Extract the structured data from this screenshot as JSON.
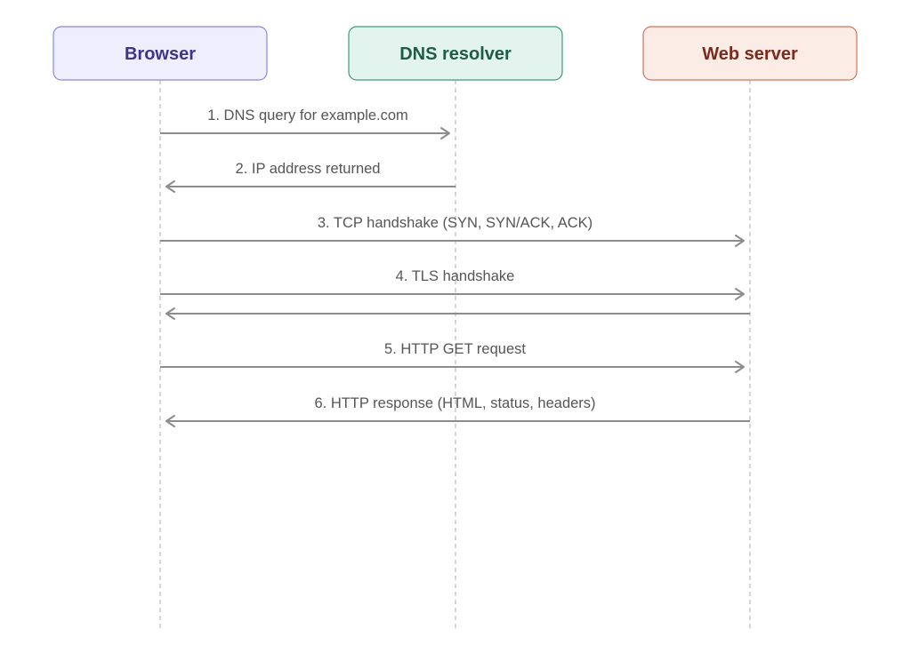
{
  "actors": [
    {
      "id": "browser",
      "label": "Browser",
      "fill": "#eeeefd",
      "stroke": "#8a85e0",
      "text": "#3d3589"
    },
    {
      "id": "dns",
      "label": "DNS resolver",
      "fill": "#e3f4ee",
      "stroke": "#3f9a78",
      "text": "#1e5c45"
    },
    {
      "id": "web",
      "label": "Web server",
      "fill": "#fbece6",
      "stroke": "#d4735a",
      "text": "#7a2b1c"
    }
  ],
  "messages": [
    {
      "label": "1. DNS query for example.com",
      "from": "browser",
      "to": "dns"
    },
    {
      "label": "2. IP address returned",
      "from": "dns",
      "to": "browser"
    },
    {
      "label": "3. TCP handshake (SYN, SYN/ACK, ACK)",
      "from": "browser",
      "to": "web"
    },
    {
      "label": "4. TLS handshake",
      "from": "browser",
      "to": "web"
    },
    {
      "label": "",
      "from": "web",
      "to": "browser"
    },
    {
      "label": "5. HTTP GET request",
      "from": "browser",
      "to": "web"
    },
    {
      "label": "6. HTTP response (HTML, status, headers)",
      "from": "web",
      "to": "browser"
    }
  ],
  "colors": {
    "arrow": "#8c8c8c",
    "lifeline": "#bbbbbb",
    "label": "#555555"
  }
}
